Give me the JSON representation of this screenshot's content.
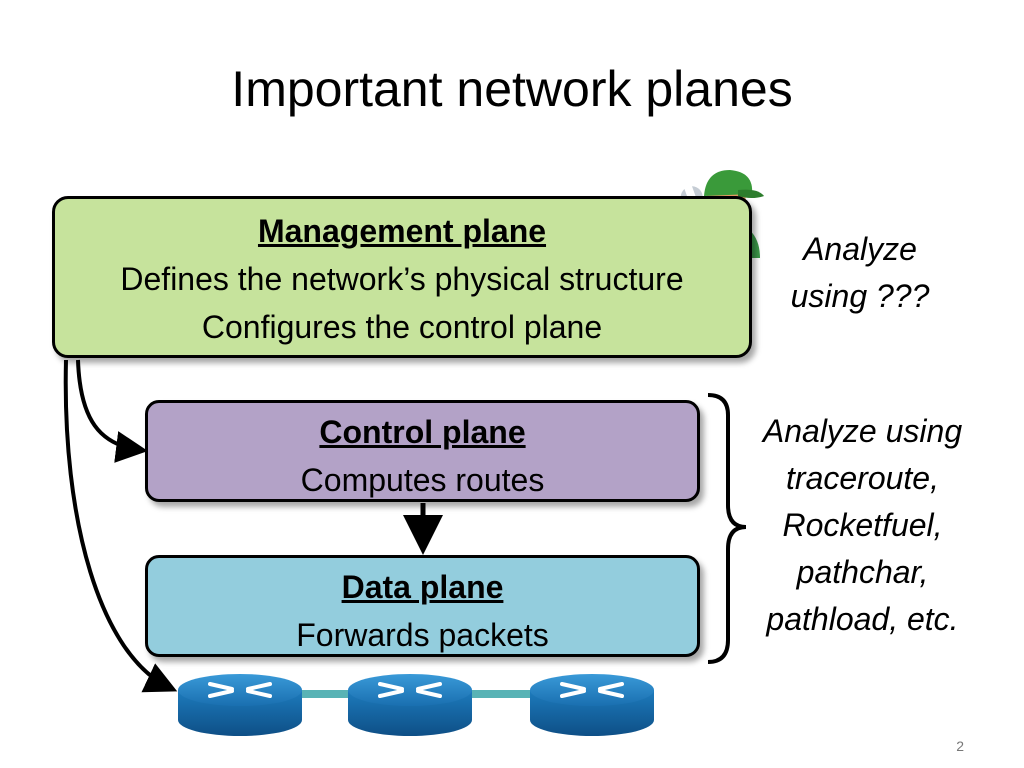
{
  "slide": {
    "title": "Important network planes",
    "page_number": "2"
  },
  "planes": {
    "management": {
      "heading": "Management plane",
      "line1": "Defines the network’s physical structure",
      "line2": "Configures the control plane"
    },
    "control": {
      "heading": "Control plane",
      "line1": "Computes routes"
    },
    "data": {
      "heading": "Data plane",
      "line1": "Forwards packets"
    }
  },
  "notes": {
    "management": {
      "line1": "Analyze",
      "line2": "using ???"
    },
    "control_data": {
      "line1": "Analyze using",
      "line2": "traceroute,",
      "line3": "Rocketfuel,",
      "line4": "pathchar,",
      "line5": "pathload, etc."
    }
  },
  "icons": {
    "person": "network-admin-icon",
    "router": "router-icon"
  },
  "colors": {
    "management": "#c6e39c",
    "control": "#b3a2c7",
    "data": "#93cddd",
    "router": "#1f7fc2"
  }
}
